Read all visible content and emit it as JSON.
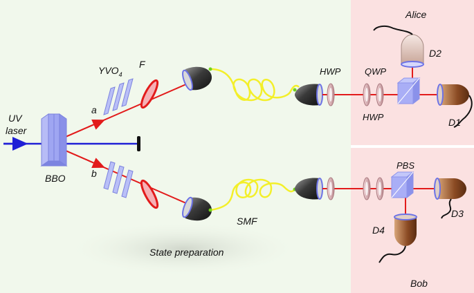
{
  "labels": {
    "uv_line1": "UV",
    "uv_line2": "laser",
    "bbo": "BBO",
    "path_a": "a",
    "path_b": "b",
    "yvo4": "YVO",
    "yvo4_sub": "4",
    "filter": "F",
    "hwp_top": "HWP",
    "qwp": "QWP",
    "hwp_alice": "HWP",
    "alice": "Alice",
    "bob": "Bob",
    "d1": "D1",
    "d2": "D2",
    "d3": "D3",
    "d4": "D4",
    "pbs": "PBS",
    "smf": "SMF",
    "state_prep": "State preparation"
  },
  "colors": {
    "background": "#f1f8ec",
    "alice_panel": "#fbe1e1",
    "bob_panel": "#fbe1e1",
    "uv_beam": "#1f1fd6",
    "red_beam": "#e21b1b",
    "fiber": "#f3ef2a",
    "crystal": "#9fa6f2",
    "filter": "#e8303b",
    "waveplate": "#e6b8bd",
    "detector": "#8a4a23",
    "coupler": "#2c2c2c"
  }
}
